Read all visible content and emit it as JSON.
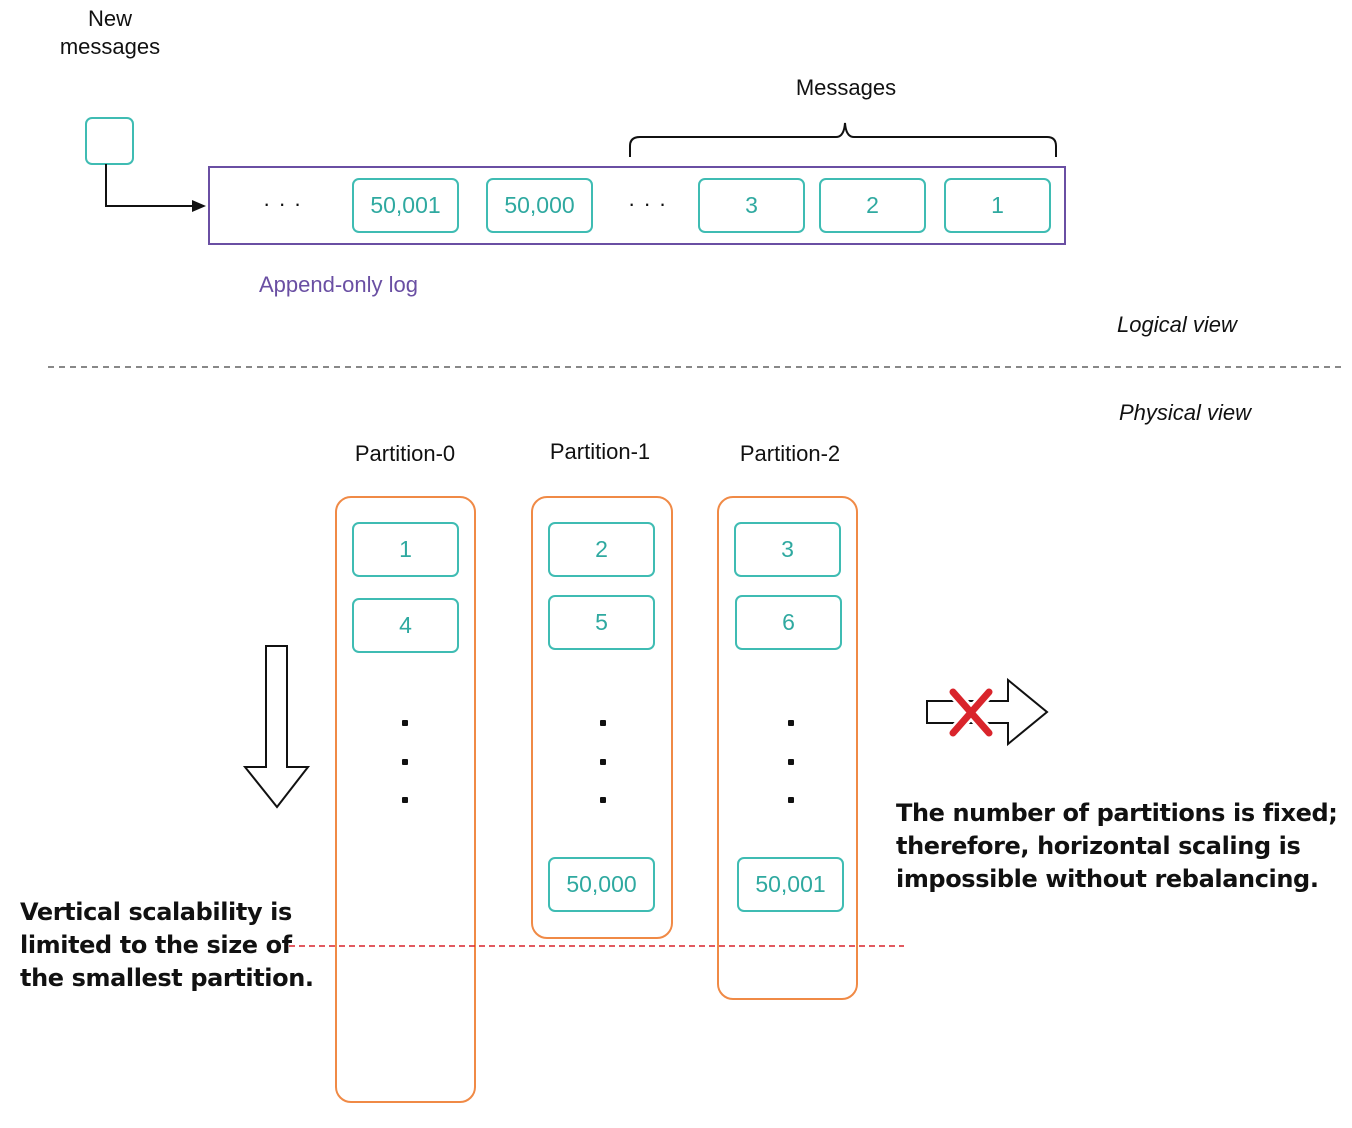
{
  "new_messages_label": "New\nmessages",
  "messages_label": "Messages",
  "append_only_log_label": "Append-only log",
  "log_ellipsis": "· · ·",
  "log_messages": [
    "50,001",
    "50,000",
    "3",
    "2",
    "1"
  ],
  "logical_view_label": "Logical view",
  "physical_view_label": "Physical view",
  "partitions": [
    {
      "name": "Partition-0",
      "messages": [
        "1",
        "4"
      ],
      "last": ""
    },
    {
      "name": "Partition-1",
      "messages": [
        "2",
        "5"
      ],
      "last": "50,000"
    },
    {
      "name": "Partition-2",
      "messages": [
        "3",
        "6"
      ],
      "last": "50,001"
    }
  ],
  "vertical_note": "Vertical scalability is limited to the size of the smallest partition.",
  "vertical_note_lines": [
    "Vertical scalability is",
    "limited to the size of",
    "the smallest partition."
  ],
  "horizontal_note_lines": [
    "The number of partitions is fixed;",
    "therefore, horizontal scaling is",
    "impossible without rebalancing."
  ],
  "colors": {
    "teal": "#3fbcb3",
    "purple": "#6a4fa3",
    "orange": "#f08a46",
    "red": "#d9242b",
    "dashed_gray": "#888888"
  }
}
